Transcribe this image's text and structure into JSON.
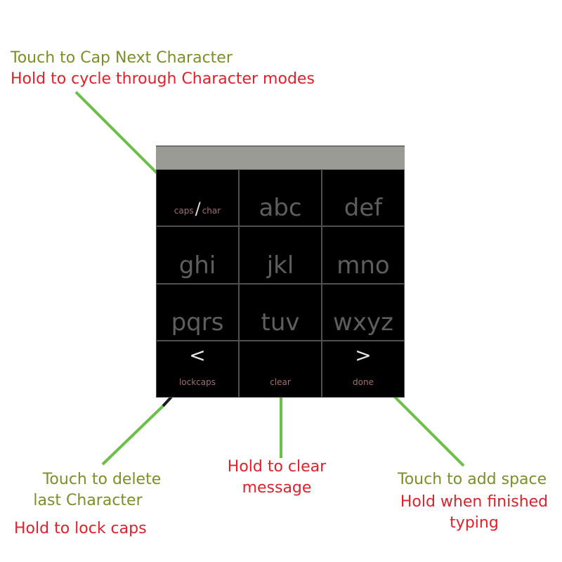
{
  "annotations": {
    "caps_key": {
      "touch": "Touch to Cap Next Character",
      "hold": "Hold to cycle through Character modes"
    },
    "back_key": {
      "touch_line1": "Touch to delete",
      "touch_line2": "last Character",
      "hold": "Hold to lock caps"
    },
    "clear_key": {
      "hold_line1": "Hold to clear",
      "hold_line2": "message"
    },
    "forward_key": {
      "touch": "Touch to add space",
      "hold_line1": "Hold when finished",
      "hold_line2": "typing"
    }
  },
  "keypad": {
    "caps_label": "caps",
    "char_label": "char",
    "slash": "/",
    "keys": [
      "abc",
      "def",
      "ghi",
      "jkl",
      "mno",
      "pqrs",
      "tuv",
      "wxyz"
    ],
    "back_arrow": "<",
    "back_label": "lockcaps",
    "clear_label": "clear",
    "forward_arrow": ">",
    "forward_label": "done"
  },
  "colors": {
    "touch_text": "#7a8f2a",
    "hold_text": "#e0202b",
    "leader_line": "#6cc04a",
    "keypad_bg": "#000000"
  }
}
